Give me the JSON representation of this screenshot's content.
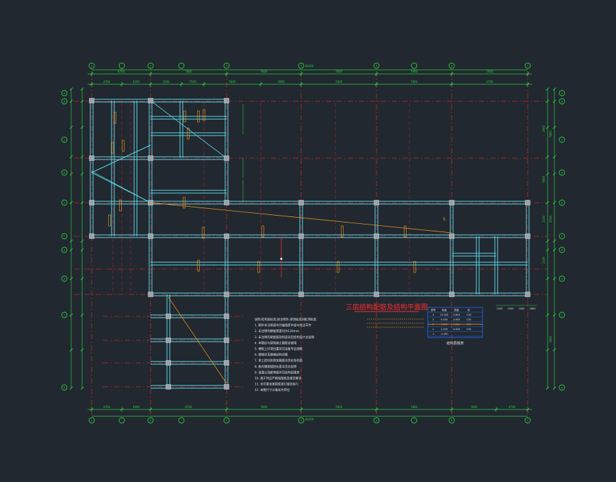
{
  "drawing": {
    "title": "三层结构配筋及结构平面图",
    "table_caption": "结构层楼表"
  },
  "colors": {
    "background": "#212830",
    "grid_axis": "#c0282d",
    "dimension": "#2ecc40",
    "beam": "#5ad8e6",
    "column": "#9aa3ab",
    "rebar_tag": "#ff9f1c",
    "title": "#ff2d2d",
    "notes": "#e8e8e8",
    "table_blue": "#1f6bff",
    "bubble": "#2ecc40"
  },
  "dimensions": {
    "top_outer_total": "46200",
    "top_outer": [
      "8700",
      "7800",
      "7800",
      "7800",
      "7800",
      "7800"
    ],
    "top_inner": [
      "4700",
      "4200",
      "3300",
      "7500",
      "7800",
      "7800",
      "7800",
      "7800",
      "4700"
    ],
    "bottom_outer_total": "46200",
    "bottom": [
      "4700",
      "3900",
      "8700",
      "7800",
      "7800",
      "7800",
      "7800",
      "4700"
    ],
    "right_inner": [
      "3900",
      "3900",
      "2100",
      "2100"
    ],
    "right_outer": [
      "7800",
      "2100",
      "7800"
    ],
    "legend_small": [
      "1200",
      "1500",
      "1000",
      "1800"
    ]
  },
  "axis_bubbles": {
    "top": [
      "1",
      "2",
      "3",
      "4",
      "5",
      "6",
      "7"
    ],
    "left": [
      "A",
      "B",
      "C",
      "D",
      "E",
      "F",
      "G",
      "H",
      "J",
      "K"
    ],
    "right": [
      "A",
      "B",
      "C",
      "D",
      "E",
      "F",
      "G",
      "H",
      "J",
      "K"
    ]
  },
  "notes": [
    "说明:结构层标高,除注明外,梁顶标高同板顶标高",
    "1. 图中未注明梁均为轴线居中或与柱边平齐",
    "2. 未注明的楼板厚度均为120mm",
    "3. 未注明的梁配筋及构造详见结构设计总说明",
    "4. 本图应与建筑施工图配合使用",
    "5. 楼板上开洞位置详见设备专业图纸",
    "6. 楼梯详见楼梯结构详图",
    "7. 梁上起柱处附加箍筋详见标准构造",
    "8. 板内钢筋锚固长度详见总说明",
    "9. 混凝土强度等级详见结构层楼表",
    "10. 施工时应严格按图纸及规范要求",
    "11. 未尽事宜按国家现行规范执行",
    "12. 本图尺寸以毫米为单位"
  ],
  "table": {
    "header": [
      "层号",
      "标高",
      "层高",
      "砼"
    ],
    "rows": [
      [
        "4",
        "13.050",
        "3.600",
        "C30"
      ],
      [
        "3",
        "9.450",
        "3.600",
        "C30"
      ],
      [
        "2",
        "5.850",
        "3.600",
        "C30"
      ],
      [
        "1",
        "2.250",
        "4.500",
        "C30"
      ],
      [
        "-1",
        "-2.250",
        "",
        ""
      ]
    ]
  },
  "tag_s": "S"
}
